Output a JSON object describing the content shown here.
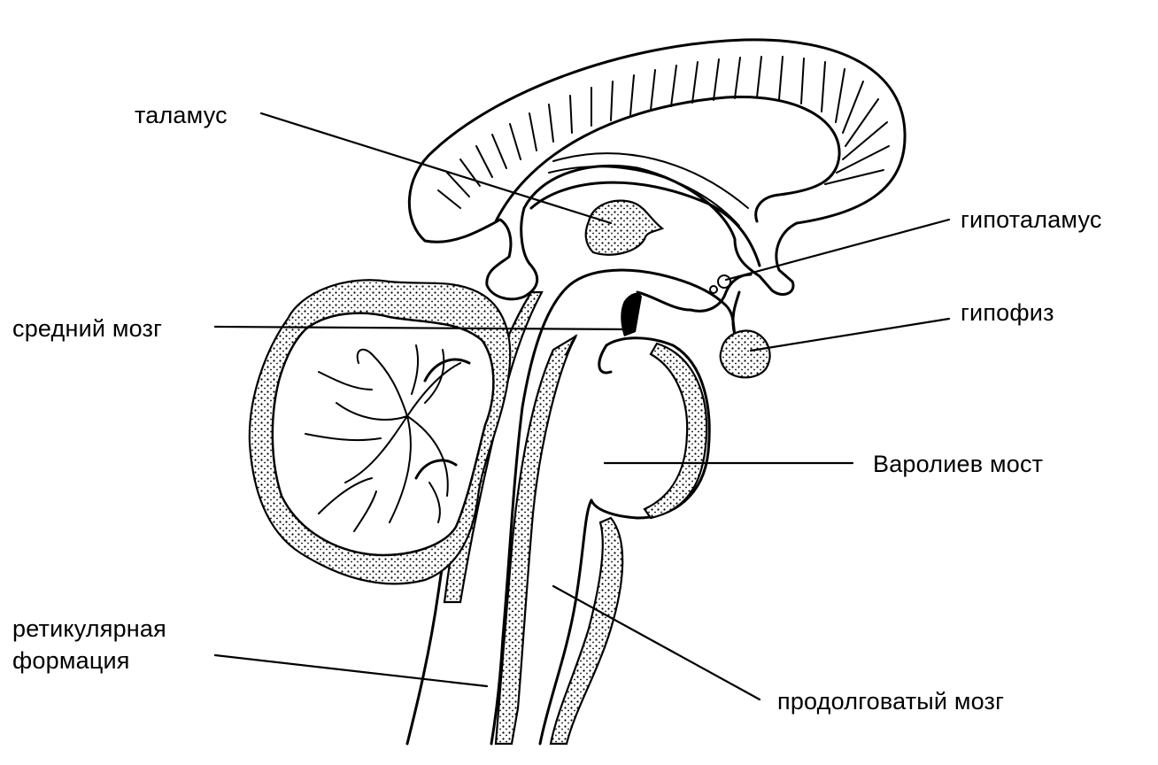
{
  "labels": {
    "thalamus": "таламус",
    "hypothalamus": "гипоталамус",
    "midbrain": "средний мозг",
    "pituitary": "гипофиз",
    "pons": "Варолиев мост",
    "reticular_line1": "ретикулярная",
    "reticular_line2": "формация",
    "medulla": "продолговатый мозг"
  }
}
